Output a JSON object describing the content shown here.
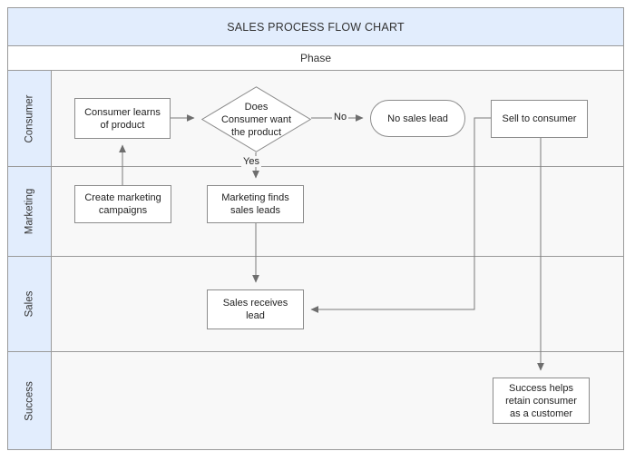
{
  "chart_data": {
    "type": "diagram",
    "diagram_kind": "swimlane-flowchart",
    "title": "SALES PROCESS FLOW CHART",
    "lanes": [
      "Consumer",
      "Marketing",
      "Sales",
      "Success"
    ],
    "nodes": [
      {
        "id": "consumer-learns",
        "label": "Consumer learns\nof product",
        "shape": "process",
        "lane": "Consumer"
      },
      {
        "id": "does-consumer-want",
        "label": "Does\nConsumer want\nthe product",
        "shape": "decision",
        "lane": "Consumer"
      },
      {
        "id": "no-sales-lead",
        "label": "No sales lead",
        "shape": "terminator",
        "lane": "Consumer"
      },
      {
        "id": "sell-to-consumer",
        "label": "Sell to consumer",
        "shape": "process",
        "lane": "Consumer"
      },
      {
        "id": "create-marketing-campaigns",
        "label": "Create marketing\ncampaigns",
        "shape": "process",
        "lane": "Marketing"
      },
      {
        "id": "marketing-finds-leads",
        "label": "Marketing finds\nsales leads",
        "shape": "process",
        "lane": "Marketing"
      },
      {
        "id": "sales-receives-lead",
        "label": "Sales receives\nlead",
        "shape": "process",
        "lane": "Sales"
      },
      {
        "id": "success-retain",
        "label": "Success helps\nretain consumer\nas a customer",
        "shape": "process",
        "lane": "Success"
      }
    ],
    "edges": [
      {
        "from": "consumer-learns",
        "to": "does-consumer-want",
        "label": ""
      },
      {
        "from": "does-consumer-want",
        "to": "no-sales-lead",
        "label": "No"
      },
      {
        "from": "does-consumer-want",
        "to": "marketing-finds-leads",
        "label": "Yes"
      },
      {
        "from": "create-marketing-campaigns",
        "to": "consumer-learns",
        "label": ""
      },
      {
        "from": "marketing-finds-leads",
        "to": "sales-receives-lead",
        "label": ""
      },
      {
        "from": "sell-to-consumer",
        "to": "sales-receives-lead",
        "label": ""
      },
      {
        "from": "sell-to-consumer",
        "to": "success-retain",
        "label": ""
      }
    ]
  },
  "header": {
    "title": "SALES PROCESS FLOW CHART",
    "phase_label": "Phase"
  },
  "lanes": [
    {
      "label": "Consumer"
    },
    {
      "label": "Marketing"
    },
    {
      "label": "Sales"
    },
    {
      "label": "Success"
    }
  ],
  "nodes": {
    "consumer_learns": "Consumer learns\nof product",
    "decision": "Does\nConsumer want\nthe product",
    "no_sales_lead": "No sales lead",
    "sell_to_consumer": "Sell to consumer",
    "create_marketing_campaigns": "Create marketing\ncampaigns",
    "marketing_finds_leads": "Marketing finds\nsales leads",
    "sales_receives_lead": "Sales receives\nlead",
    "success_retain": "Success helps\nretain consumer\nas a customer"
  },
  "edge_labels": {
    "no": "No",
    "yes": "Yes"
  },
  "colors": {
    "header_blue": "#e2edfd",
    "lane_body": "#f8f8f8",
    "border_gray": "#9a9a9a",
    "shape_border": "#8c8c8c",
    "connector": "#7a7a7a",
    "text": "#222222"
  }
}
